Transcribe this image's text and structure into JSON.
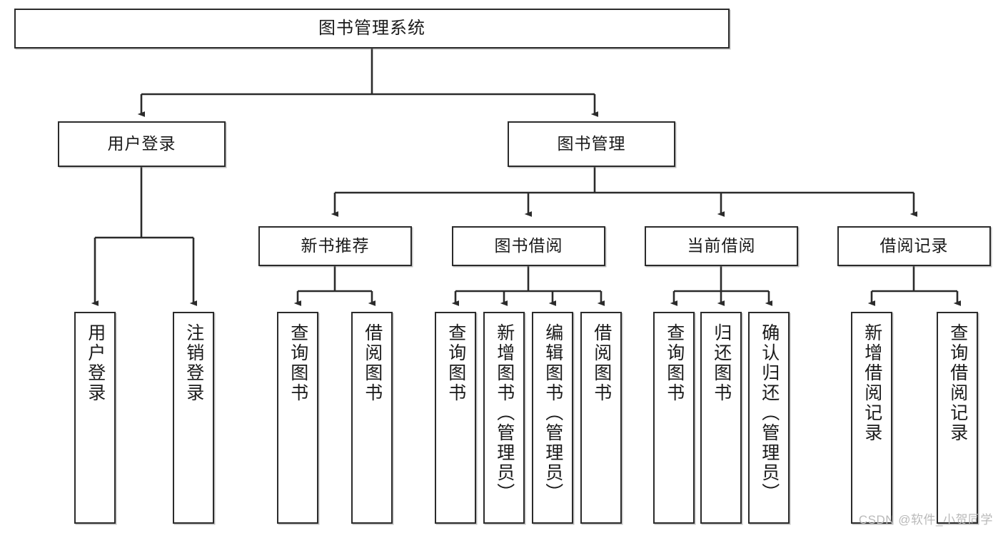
{
  "diagram": {
    "title": "图书管理系统",
    "watermark": "CSDN @软件_小贺同学",
    "colors": {
      "background": "#ffffff",
      "node_border": "#2b2b2b",
      "node_fill": "#ffffff",
      "edge": "#2b2b2b",
      "text": "#1a1a1a",
      "watermark": "#b9b9b9"
    },
    "nodes": {
      "root": {
        "label": "图书管理系统"
      },
      "level1": [
        {
          "id": "user-login",
          "label": "用户登录"
        },
        {
          "id": "book-manage",
          "label": "图书管理"
        }
      ],
      "level2": [
        {
          "id": "new-book-recommend",
          "label": "新书推荐"
        },
        {
          "id": "book-borrow",
          "label": "图书借阅"
        },
        {
          "id": "current-borrow",
          "label": "当前借阅"
        },
        {
          "id": "borrow-record",
          "label": "借阅记录"
        }
      ],
      "leaves": {
        "user_login": [
          {
            "id": "leaf-user-login",
            "label": "用户登录"
          },
          {
            "id": "leaf-logout",
            "label": "注销登录"
          }
        ],
        "new_book_recommend": [
          {
            "id": "leaf-query-book-1",
            "label": "查询图书"
          },
          {
            "id": "leaf-borrow-book-1",
            "label": "借阅图书"
          }
        ],
        "book_borrow": [
          {
            "id": "leaf-query-book-2",
            "label": "查询图书"
          },
          {
            "id": "leaf-add-book",
            "label": "新增图书（管理员）"
          },
          {
            "id": "leaf-edit-book",
            "label": "编辑图书（管理员）"
          },
          {
            "id": "leaf-borrow-book-2",
            "label": "借阅图书"
          }
        ],
        "current_borrow": [
          {
            "id": "leaf-query-book-3",
            "label": "查询图书"
          },
          {
            "id": "leaf-return-book",
            "label": "归还图书"
          },
          {
            "id": "leaf-confirm-return",
            "label": "确认归还（管理员）"
          }
        ],
        "borrow_record": [
          {
            "id": "leaf-add-record",
            "label": "新增借阅记录"
          },
          {
            "id": "leaf-query-record",
            "label": "查询借阅记录"
          }
        ]
      }
    }
  }
}
